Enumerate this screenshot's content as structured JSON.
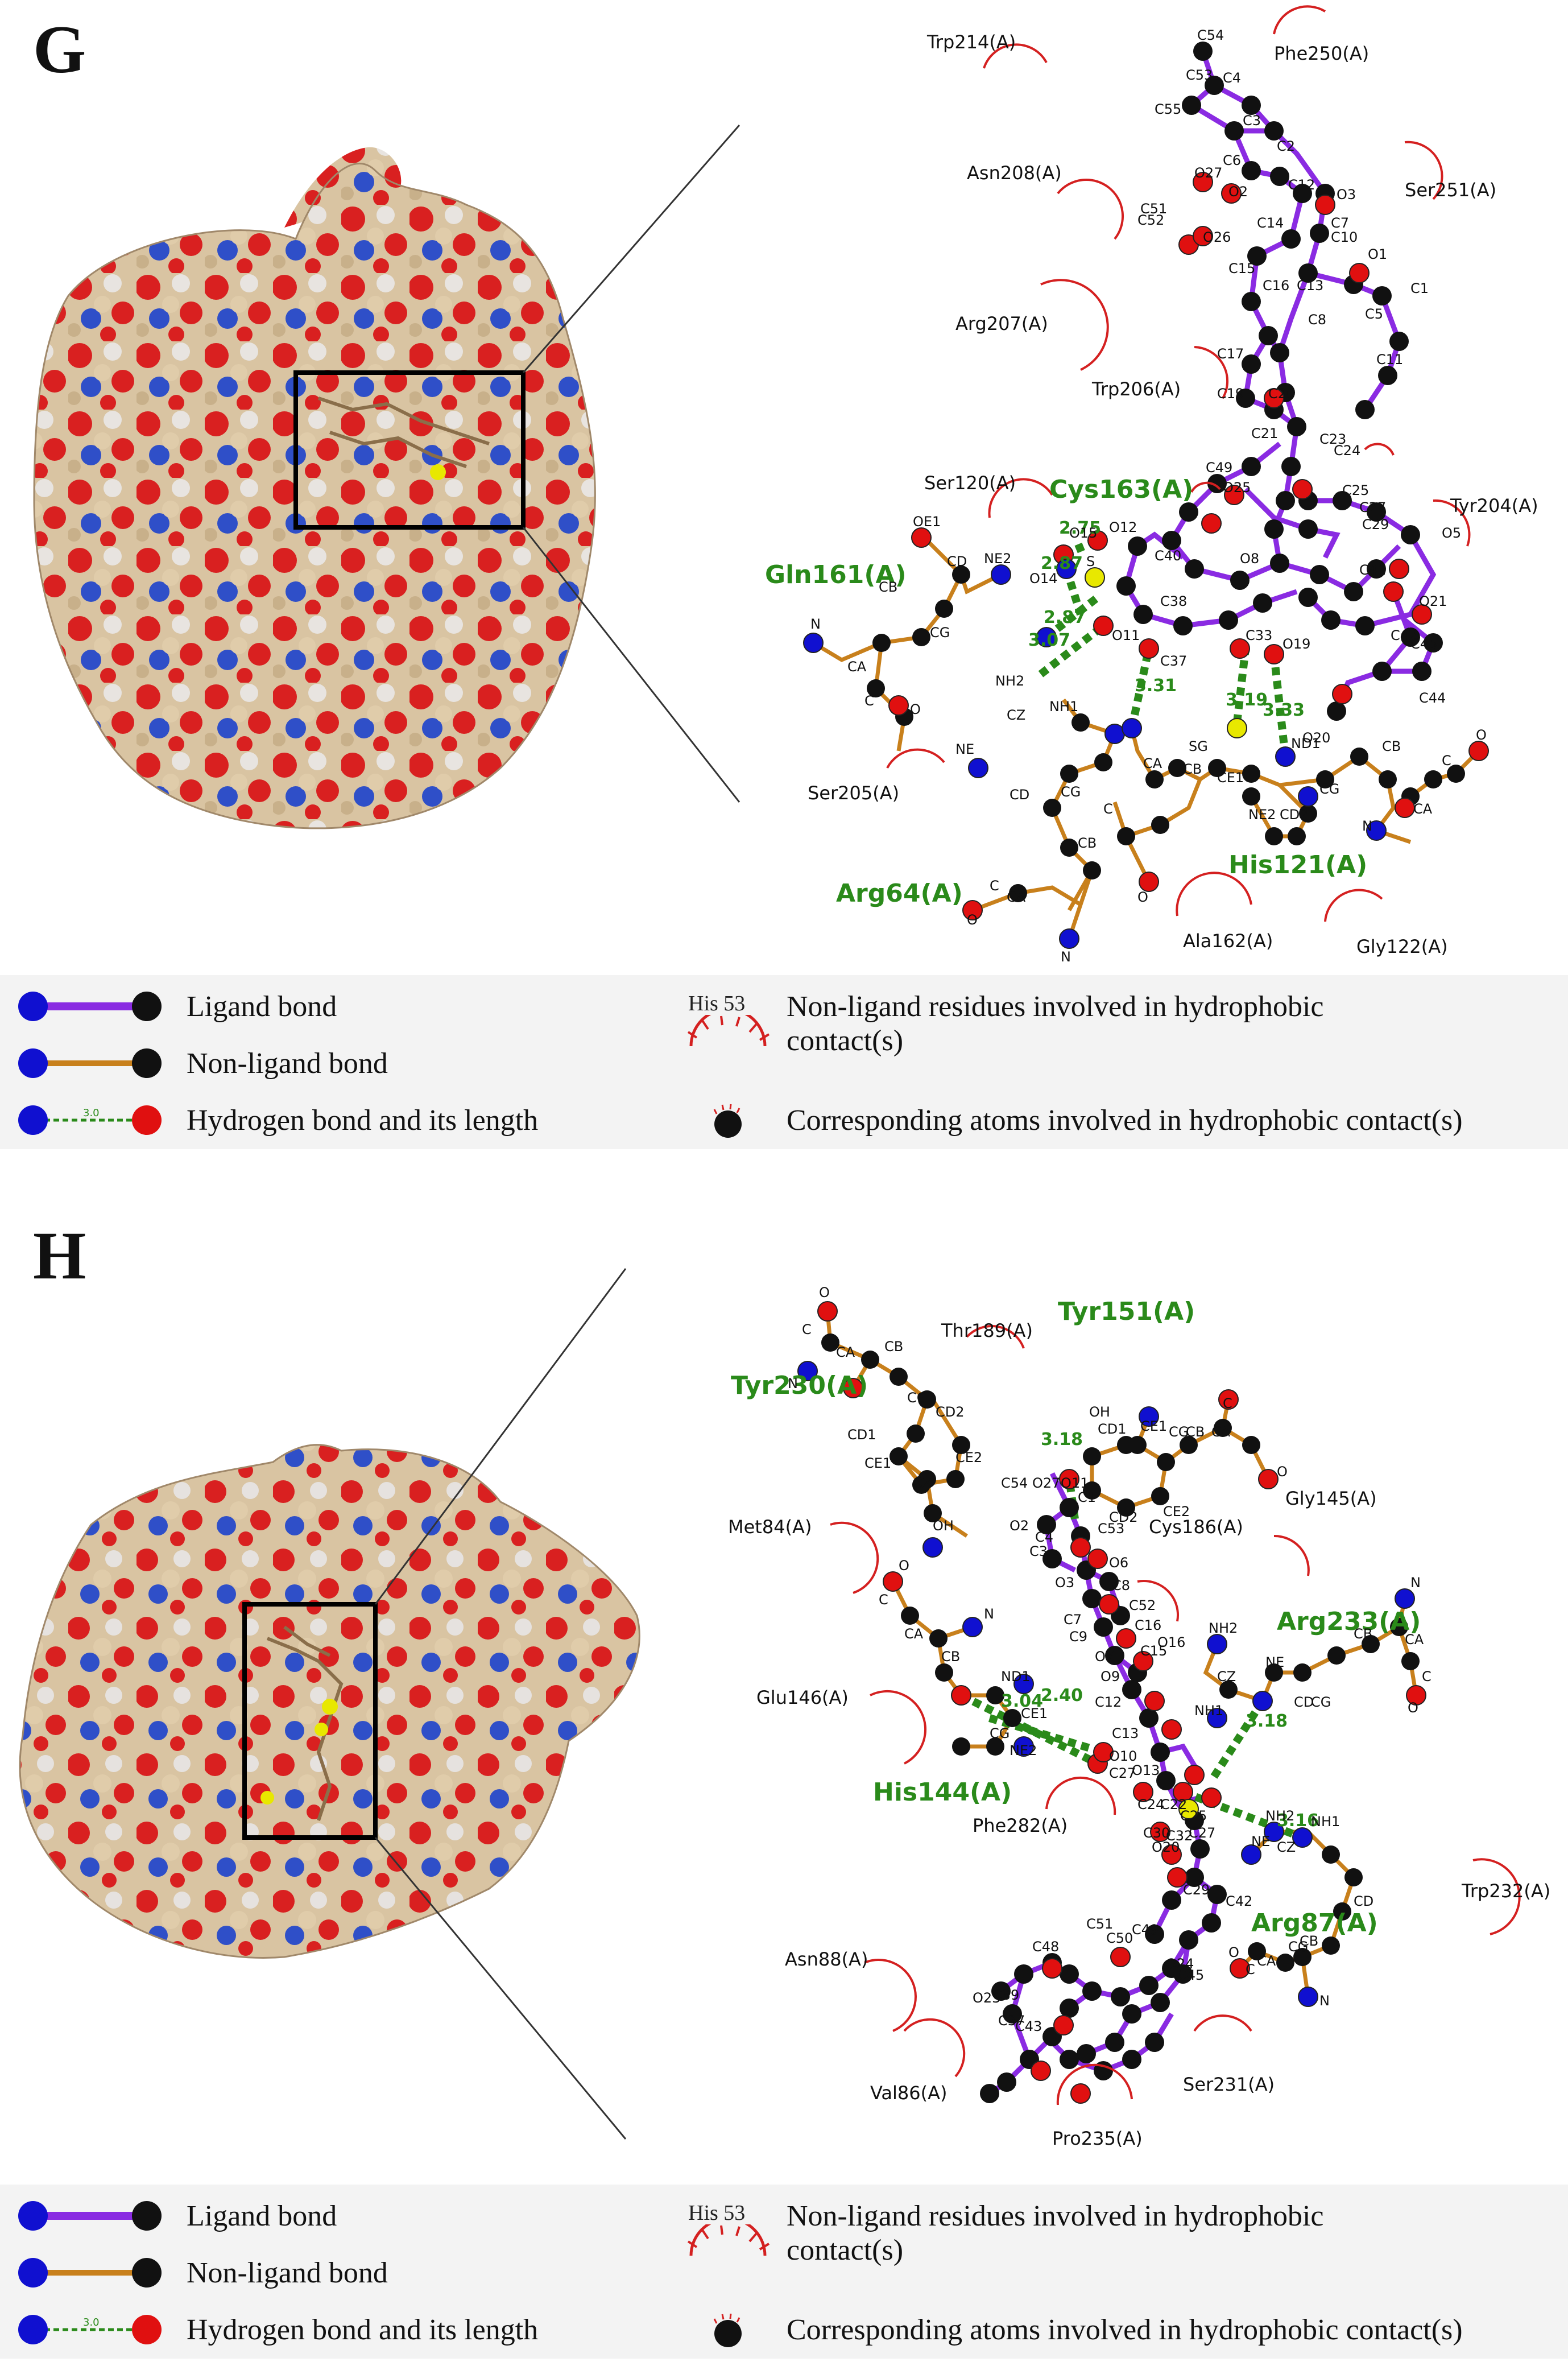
{
  "panel_g": {
    "letter": "G",
    "residues_green": [
      "Cys163(A)",
      "Gln161(A)",
      "His121(A)",
      "Arg64(A)"
    ],
    "residues_hydrophobic": [
      "Trp214(A)",
      "Phe250(A)",
      "Asn208(A)",
      "Ser251(A)",
      "Arg207(A)",
      "Trp206(A)",
      "Ser120(A)",
      "Tyr204(A)",
      "Ser205(A)",
      "Ala162(A)",
      "Gly122(A)"
    ],
    "hbond_lengths": [
      "2.75",
      "2.87",
      "2.87",
      "3.07",
      "3.31",
      "3.19",
      "3.33"
    ],
    "atoms_ligand": [
      "C54",
      "C53",
      "C4",
      "C55",
      "C3",
      "C2",
      "C6",
      "O27",
      "O2",
      "C12",
      "O3",
      "C51",
      "C52",
      "O26",
      "C14",
      "C7",
      "C10",
      "O1",
      "C15",
      "C13",
      "C1",
      "C5",
      "C16",
      "C8",
      "C11",
      "C17",
      "C19",
      "C20",
      "C21",
      "C23",
      "C24",
      "C49",
      "O25",
      "C25",
      "C27",
      "C29",
      "O15",
      "O12",
      "O14",
      "S",
      "C40",
      "O8",
      "C38",
      "C41",
      "C42",
      "O5",
      "O21",
      "C45",
      "C44",
      "O11",
      "O19",
      "C33",
      "C37",
      "O20"
    ],
    "atoms_residue": [
      "OE1",
      "CD",
      "NE2",
      "CB",
      "CG",
      "N",
      "CA",
      "C",
      "O",
      "NH2",
      "CZ",
      "NH1",
      "NE",
      "CD",
      "CG",
      "CB",
      "C",
      "CA",
      "O",
      "N",
      "SG",
      "CB",
      "CA",
      "C",
      "O",
      "ND1",
      "CE1",
      "NE2",
      "CD2",
      "CG",
      "CB",
      "CA",
      "N",
      "C",
      "O"
    ]
  },
  "panel_h": {
    "letter": "H",
    "residues_green": [
      "Tyr151(A)",
      "Tyr230(A)",
      "Arg233(A)",
      "His144(A)",
      "Arg87(A)"
    ],
    "residues_hydrophobic": [
      "Thr189(A)",
      "Met84(A)",
      "Gly145(A)",
      "Cys186(A)",
      "Glu146(A)",
      "Phe282(A)",
      "Trp232(A)",
      "Asn88(A)",
      "Val86(A)",
      "Ser231(A)",
      "Pro235(A)"
    ],
    "hbond_lengths": [
      "3.18",
      "3.04",
      "2.40",
      "3.18",
      "3.16"
    ],
    "atoms_ligand": [
      "C54",
      "O27",
      "O11",
      "C1",
      "O2",
      "C53",
      "C4",
      "C3",
      "O6",
      "C8",
      "O3",
      "C52",
      "C7",
      "C9",
      "C16",
      "C15",
      "O16",
      "O7",
      "O9",
      "C12",
      "C13",
      "O10",
      "C27",
      "O13",
      "C24",
      "C22",
      "C25",
      "C30",
      "C32",
      "C27",
      "O20",
      "C29",
      "C42",
      "C51",
      "C50",
      "C49",
      "C48",
      "O24",
      "C45",
      "C43",
      "O23",
      "C39",
      "C37"
    ],
    "atoms_residue": [
      "O",
      "C",
      "CA",
      "CB",
      "N",
      "CG",
      "CD1",
      "CD2",
      "CE1",
      "CE2",
      "CZ",
      "OH",
      "OH",
      "CE1",
      "CD1",
      "CG",
      "CB",
      "CA",
      "C",
      "O",
      "CE2",
      "CD2",
      "O",
      "C",
      "CA",
      "N",
      "CB",
      "ND1",
      "CE1",
      "CG",
      "NE2",
      "NH2",
      "NE",
      "CZ",
      "NH1",
      "CD",
      "CG",
      "CB",
      "CA",
      "N",
      "C",
      "O",
      "NH2",
      "NH1",
      "CZ",
      "NE",
      "CD",
      "CG",
      "CB",
      "CA",
      "C",
      "O",
      "N"
    ]
  },
  "legend": {
    "ligand_bond": "Ligand bond",
    "non_ligand_bond": "Non-ligand bond",
    "hbond": "Hydrogen bond and its length",
    "hbond_sample": "3.0",
    "hydrophobic_residue_sample": "His 53",
    "hydrophobic_residues_line1": "Non-ligand residues involved in hydrophobic",
    "hydrophobic_residues_line2": "contact(s)",
    "hydrophobic_atoms": "Corresponding atoms involved in hydrophobic contact(s)"
  },
  "colors": {
    "ligand_bond": "#8a2be2",
    "non_ligand_bond": "#c8801c",
    "hbond": "#2a8a1a",
    "hydrophobic_arc": "#d42020",
    "oxygen": "#e01010",
    "nitrogen": "#1010d0",
    "sulfur": "#e8e800",
    "carbon": "#111111",
    "surface_tan": "#d8c3a0"
  }
}
